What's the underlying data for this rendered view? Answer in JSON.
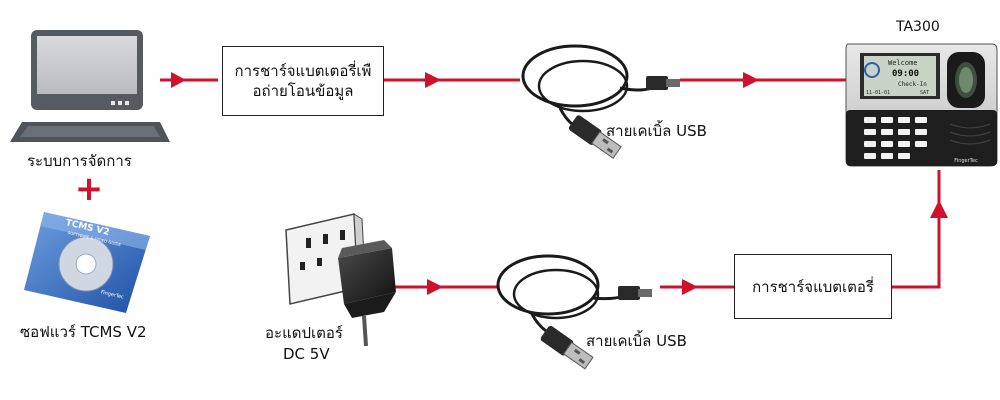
{
  "computer": {
    "label": "ระบบการจัดการ",
    "icon": "computer-icon"
  },
  "plus": "+",
  "software": {
    "label": "ซอฟแวร์ TCMS V2",
    "disc_title": "TCMS V2",
    "disc_subtitle": "SOFTWARE & VIDEO GUIDE",
    "brand": "FingerTec"
  },
  "box_charge_transfer": {
    "line1": "การชาร์จแบตเตอรี่เพื",
    "line2": "อถ่ายโอนข้อมูล"
  },
  "cable_top": {
    "label": "สายเคเบิ้ล USB",
    "icon": "usb-cable-icon"
  },
  "device": {
    "title": "TA300",
    "screen_welcome": "Welcome",
    "screen_time": "09:00",
    "screen_checkin": "Check-In",
    "screen_date": "11-01-01",
    "screen_day": "SAT",
    "brand": "FingerTec"
  },
  "adapter": {
    "line1": "อะแดปเตอร์",
    "line2": "DC 5V",
    "icon": "power-adapter-icon"
  },
  "cable_bottom": {
    "label": "สายเคเบิ้ล USB",
    "icon": "usb-cable-icon"
  },
  "box_charge": {
    "label": "การชาร์จแบตเตอรี่"
  },
  "colors": {
    "arrow": "#d0112b",
    "plus": "#d0112b",
    "disc": "#2a5fb3"
  }
}
